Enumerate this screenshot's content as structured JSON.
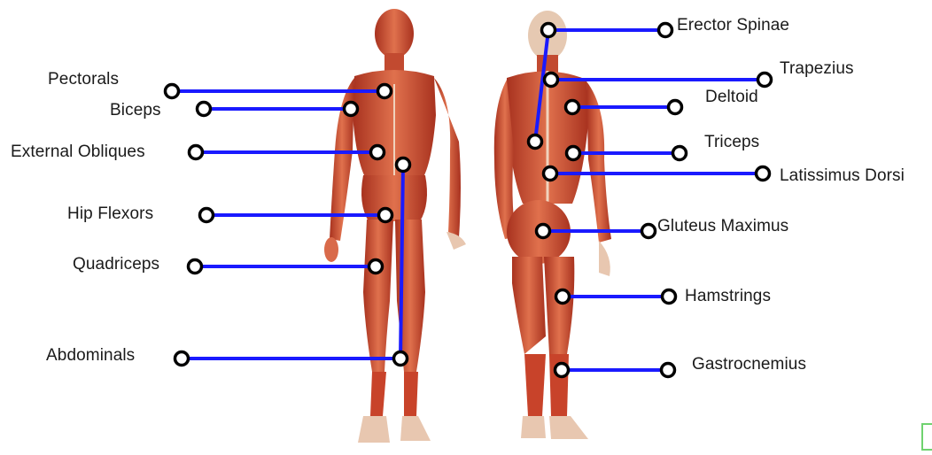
{
  "diagram": {
    "colors": {
      "line": "#1a1aff",
      "marker_fill": "#ffffff",
      "marker_stroke": "#000000",
      "muscle": "#c8432a",
      "muscle_light": "#e07a55",
      "tendon": "#f2d8c4"
    },
    "front_labels": {
      "pectorals": "Pectorals",
      "biceps": "Biceps",
      "external_obliques": "External Obliques",
      "hip_flexors": "Hip Flexors",
      "quadriceps": "Quadriceps",
      "abdominals": "Abdominals"
    },
    "back_labels": {
      "erector_spinae": "Erector Spinae",
      "trapezius": "Trapezius",
      "deltoid": "Deltoid",
      "triceps": "Triceps",
      "latissimus_dorsi": "Latissimus Dorsi",
      "gluteus_maximus": "Gluteus Maximus",
      "hamstrings": "Hamstrings",
      "gastrocnemius": "Gastrocnemius"
    }
  }
}
